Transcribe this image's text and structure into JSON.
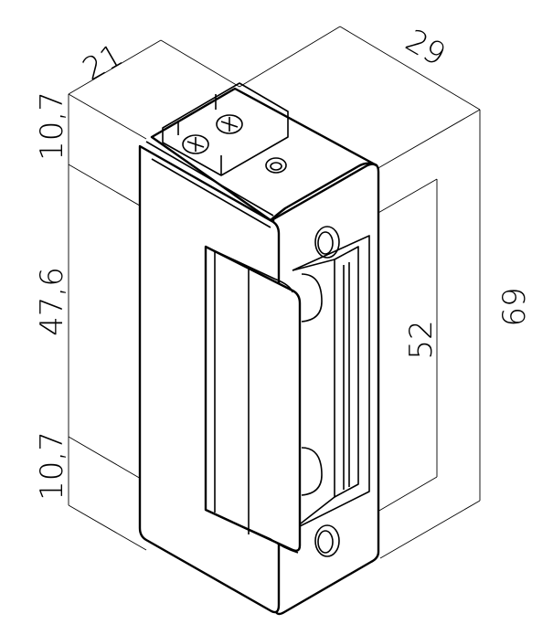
{
  "dimensions": {
    "width_top": "21",
    "depth_top": "29",
    "top_offset": "10,7",
    "middle_length": "47,6",
    "bottom_offset": "10,7",
    "hole_spacing": "52",
    "total_height": "69"
  }
}
